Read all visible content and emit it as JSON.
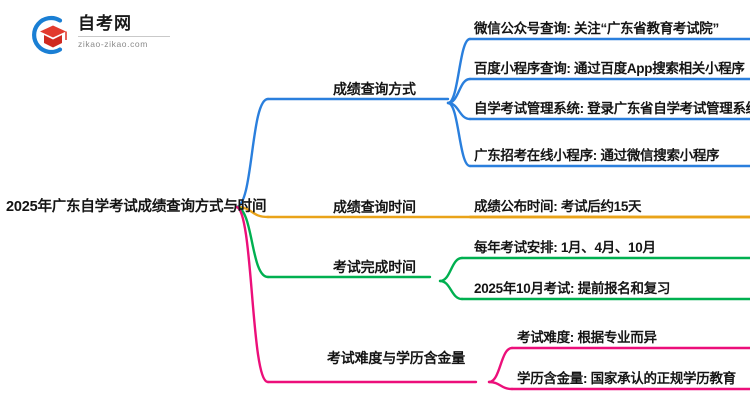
{
  "logo": {
    "title": "自考网",
    "subtitle": "zikao-zikao.com",
    "mark_icon": "graduation-cap-icon",
    "arc_color": "#1a7fd4",
    "cap_color": "#e23b2e"
  },
  "mindmap": {
    "root": {
      "label": "2025年广东自学考试成绩查询方式与时间"
    },
    "branches": [
      {
        "label": "成绩查询方式",
        "color": "#2a7fdd",
        "children": [
          {
            "label": "微信公众号查询: 关注“广东省教育考试院”"
          },
          {
            "label": "百度小程序查询: 通过百度App搜索相关小程序"
          },
          {
            "label": "自学考试管理系统: 登录广东省自学考试管理系统"
          },
          {
            "label": "广东招考在线小程序: 通过微信搜索小程序"
          }
        ]
      },
      {
        "label": "成绩查询时间",
        "color": "#e9a319",
        "children": [
          {
            "label": "成绩公布时间: 考试后约15天"
          }
        ]
      },
      {
        "label": "考试完成时间",
        "color": "#00b050",
        "children": [
          {
            "label": "每年考试安排: 1月、4月、10月"
          },
          {
            "label": "2025年10月考试: 提前报名和复习"
          }
        ]
      },
      {
        "label": "考试难度与学历含金量",
        "color": "#ec0f7a",
        "children": [
          {
            "label": "考试难度: 根据专业而异"
          },
          {
            "label": "学历含金量: 国家承认的正规学历教育"
          }
        ]
      }
    ]
  }
}
